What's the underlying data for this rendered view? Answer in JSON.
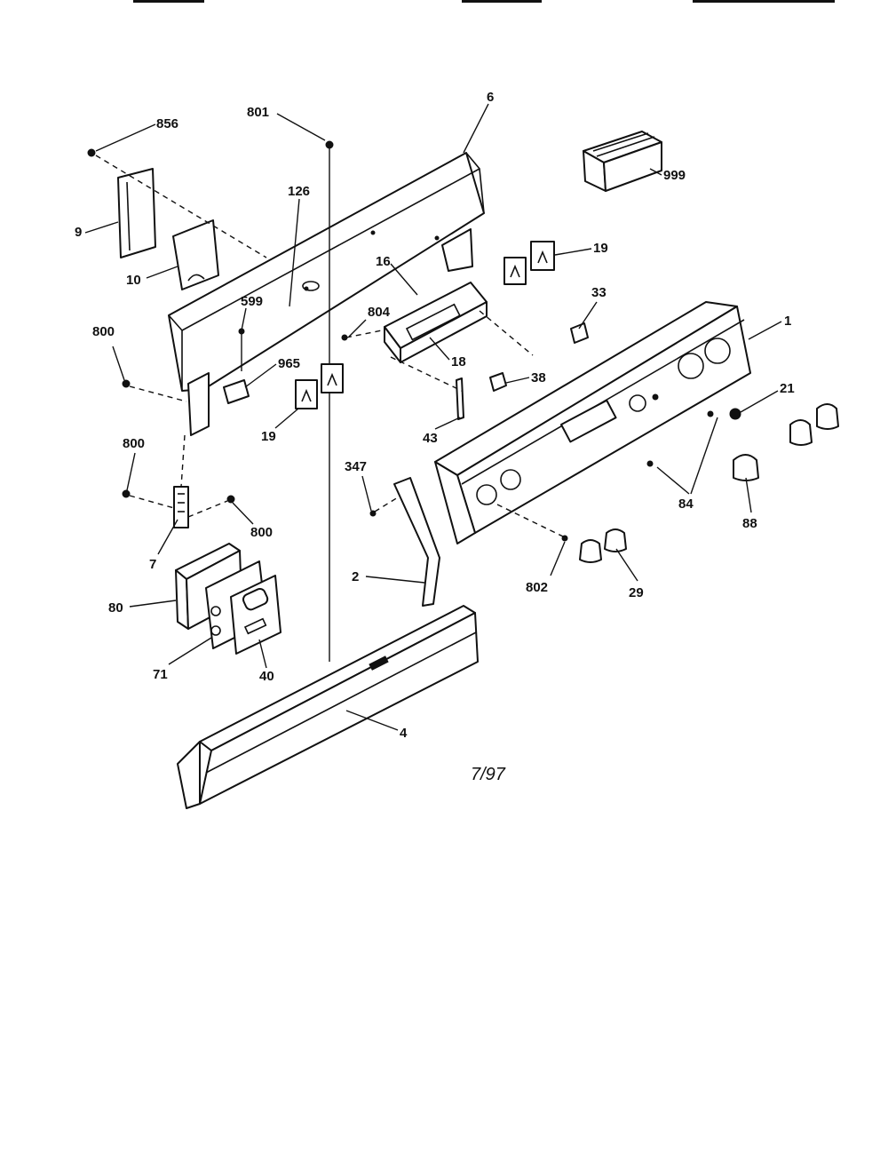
{
  "diagram": {
    "drawing_code": "7/97",
    "labels": {
      "p856": "856",
      "p801": "801",
      "p6": "6",
      "p999": "999",
      "p9": "9",
      "p126": "126",
      "p10": "10",
      "p19a": "19",
      "p16": "16",
      "p599": "599",
      "p33": "33",
      "p1": "1",
      "p804": "804",
      "p800a": "800",
      "p965": "965",
      "p18": "18",
      "p38": "38",
      "p21": "21",
      "p19b": "19",
      "p43": "43",
      "p800b": "800",
      "p347": "347",
      "p800c": "800",
      "p84": "84",
      "p88": "88",
      "p7": "7",
      "p2": "2",
      "p802": "802",
      "p29": "29",
      "p80": "80",
      "p71": "71",
      "p40": "40",
      "p4": "4"
    }
  }
}
